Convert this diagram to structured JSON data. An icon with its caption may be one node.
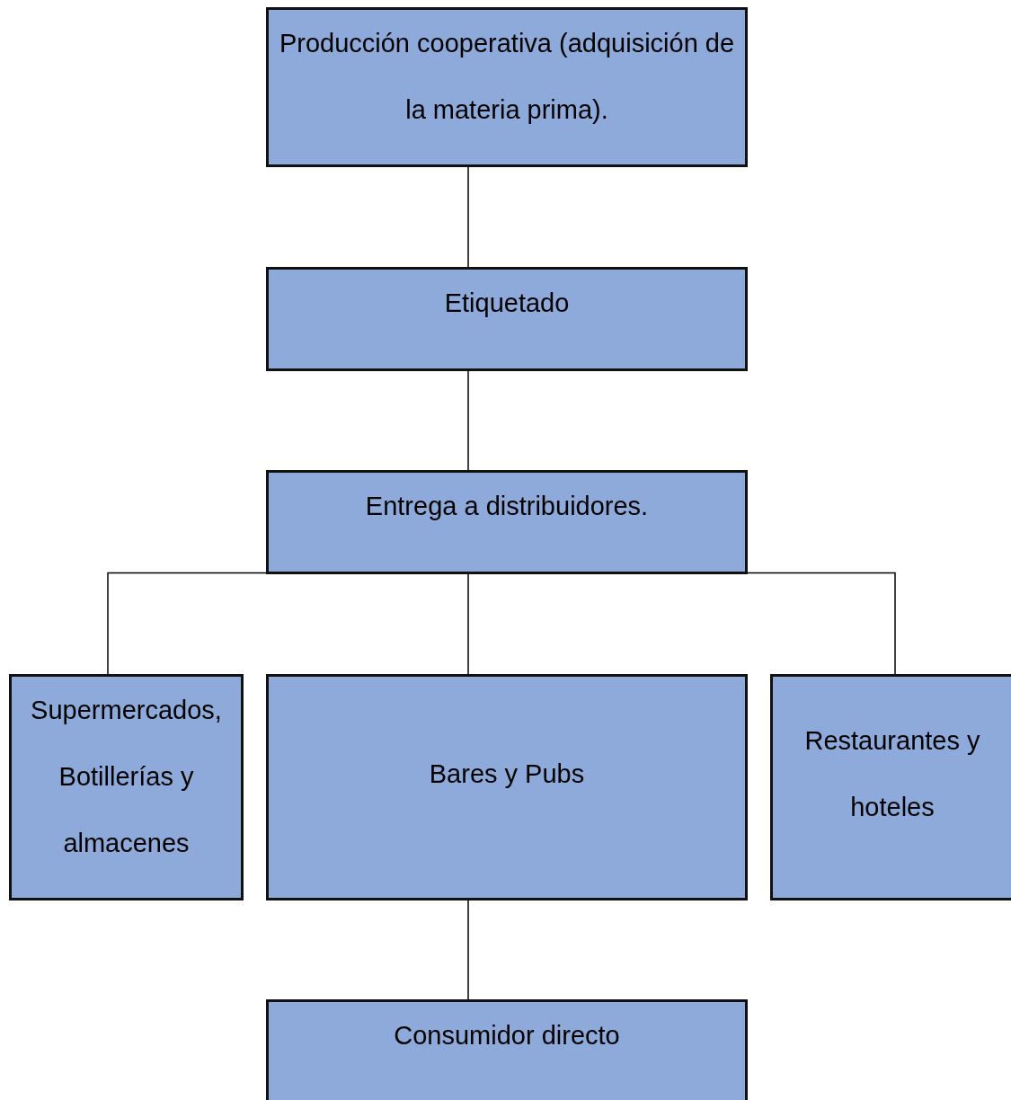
{
  "diagram": {
    "nodes": [
      {
        "text": [
          "Producción cooperativa (adquisición de la materia prima)."
        ]
      },
      {
        "text": [
          "Etiquetado"
        ]
      },
      {
        "text": [
          "Entrega a distribuidores."
        ]
      },
      {
        "text": [
          "Supermercados, Botillerías y almacenes"
        ]
      },
      {
        "text": [
          "Bares y Pubs"
        ]
      },
      {
        "text": [
          "Restaurantes y hoteles"
        ]
      },
      {
        "text": [
          "Consumidor directo"
        ]
      }
    ],
    "edges": [
      {
        "from": 0,
        "to": 1,
        "arrow": "none"
      },
      {
        "from": 1,
        "to": 2,
        "arrow": "none"
      },
      {
        "from": 2,
        "to": 3,
        "arrow": "none"
      },
      {
        "from": 2,
        "to": 4,
        "arrow": "none"
      },
      {
        "from": 2,
        "to": 5,
        "arrow": "none"
      },
      {
        "from": 4,
        "to": 6,
        "arrow": "none"
      }
    ]
  }
}
